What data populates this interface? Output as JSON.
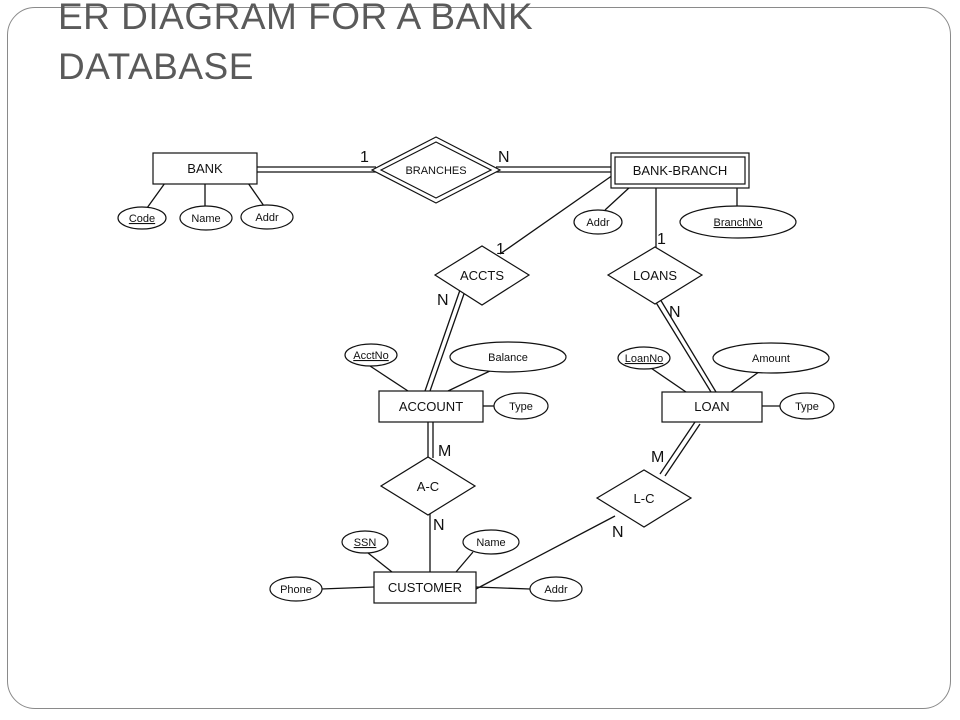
{
  "slide": {
    "title_line1": "ER DIAGRAM FOR A BANK",
    "title_line2": "DATABASE"
  },
  "entities": {
    "bank": "BANK",
    "bank_branch": "BANK-BRANCH",
    "account": "ACCOUNT",
    "loan": "LOAN",
    "customer": "CUSTOMER"
  },
  "relationships": {
    "branches": "BRANCHES",
    "accts": "ACCTS",
    "loans": "LOANS",
    "a_c": "A-C",
    "l_c": "L-C"
  },
  "attributes": {
    "bank_code": "Code",
    "bank_name": "Name",
    "bank_addr": "Addr",
    "branch_addr": "Addr",
    "branch_no": "BranchNo",
    "acct_no": "AcctNo",
    "balance": "Balance",
    "acct_type": "Type",
    "loan_no": "LoanNo",
    "amount": "Amount",
    "loan_type": "Type",
    "ssn": "SSN",
    "cust_name": "Name",
    "phone": "Phone",
    "cust_addr": "Addr"
  },
  "cardinalities": {
    "bank_branches": "1",
    "branches_branch": "N",
    "branch_accts": "1",
    "accts_account": "N",
    "branch_loans": "1",
    "loans_loan": "N",
    "account_ac": "M",
    "ac_customer": "N",
    "loan_lc": "M",
    "lc_customer": "N"
  }
}
